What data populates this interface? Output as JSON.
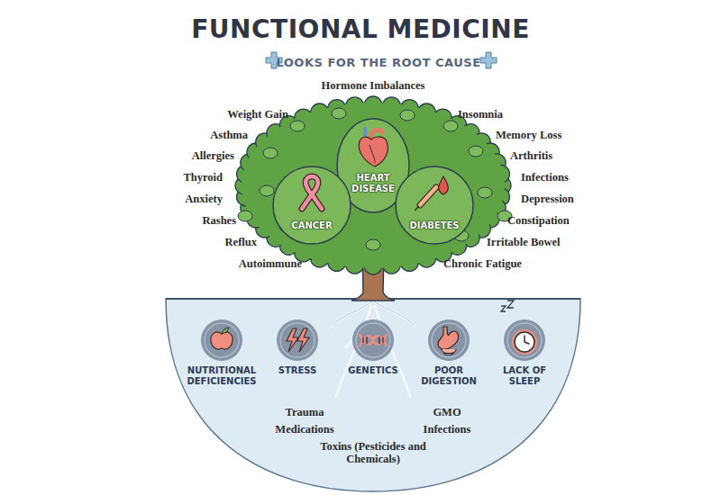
{
  "diagram": {
    "title": "FUNCTIONAL MEDICINE",
    "nodes": [
      {
        "text": [
          "HEART DISEASE"
        ]
      },
      {
        "text": [
          "CANCER"
        ]
      },
      {
        "text": [
          "DIABETES"
        ]
      },
      {
        "text": [
          "NUTRITIONAL DEFICIENCIES"
        ]
      },
      {
        "text": [
          "STRESS"
        ]
      },
      {
        "text": [
          "GENETICS"
        ]
      },
      {
        "text": [
          "POOR DIGESTION"
        ]
      },
      {
        "text": [
          "LACK OF SLEEP"
        ]
      }
    ],
    "labels": [
      "LOOKS FOR THE ROOT CAUSE",
      "Hormone Imbalances",
      "Weight Gain",
      "Insomnia",
      "Asthma",
      "Memory Loss",
      "Allergies",
      "Arthritis",
      "Thyroid",
      "Infections",
      "Anxiety",
      "Depression",
      "Rashes",
      "Constipation",
      "Reflux",
      "Irritable Bowel",
      "Autoimmune",
      "Chronic Fatigue",
      "Trauma",
      "GMO",
      "Medications",
      "Infections",
      "Toxins (Pesticides and Chemicals)"
    ]
  }
}
